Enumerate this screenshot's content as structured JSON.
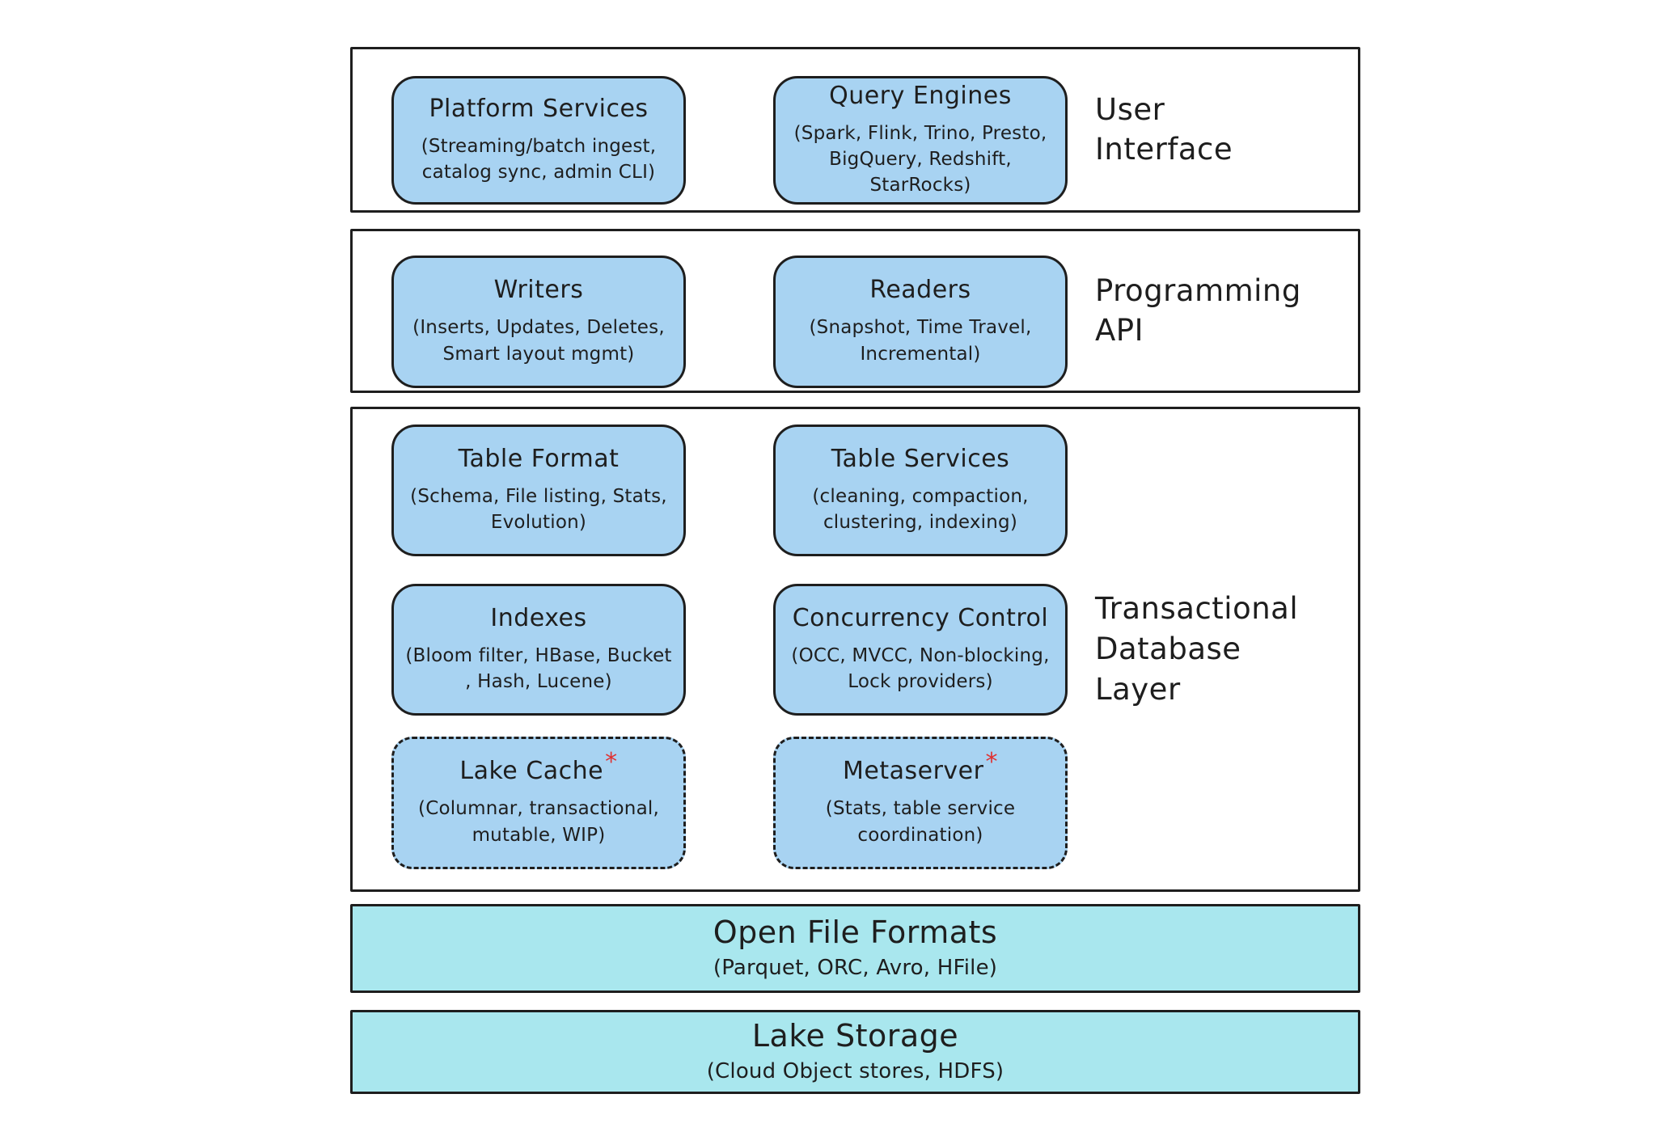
{
  "colors": {
    "ink": "#1e1e1e",
    "box_fill": "#a8d3f2",
    "bar_fill": "#a9e7ee",
    "asterisk": "#e03131",
    "background": "#ffffff"
  },
  "sections": [
    {
      "label": "User\nInterface",
      "boxes": [
        {
          "title": "Platform Services",
          "subtitle": "(Streaming/batch ingest,\ncatalog sync, admin CLI)"
        },
        {
          "title": "Query Engines",
          "subtitle": "(Spark, Flink, Trino, Presto,\nBigQuery, Redshift, StarRocks)"
        }
      ]
    },
    {
      "label": "Programming\nAPI",
      "boxes": [
        {
          "title": "Writers",
          "subtitle": "(Inserts, Updates, Deletes,\nSmart layout mgmt)"
        },
        {
          "title": "Readers",
          "subtitle": "(Snapshot, Time Travel,\nIncremental)"
        }
      ]
    },
    {
      "label": "Transactional\nDatabase\nLayer",
      "boxes": [
        {
          "title": "Table Format",
          "subtitle": "(Schema, File listing, Stats,\nEvolution)"
        },
        {
          "title": "Table Services",
          "subtitle": "(cleaning, compaction,\nclustering, indexing)"
        },
        {
          "title": "Indexes",
          "subtitle": "(Bloom filter, HBase, Bucket\n, Hash, Lucene)"
        },
        {
          "title": "Concurrency Control",
          "subtitle": "(OCC, MVCC, Non-blocking,\nLock providers)"
        },
        {
          "title": "Lake Cache",
          "marker": "*",
          "subtitle": "(Columnar, transactional,\nmutable, WIP)"
        },
        {
          "title": "Metaserver",
          "marker": "*",
          "subtitle": "(Stats, table service\ncoordination)"
        }
      ]
    }
  ],
  "bars": [
    {
      "title": "Open File Formats",
      "subtitle": "(Parquet, ORC, Avro, HFile)"
    },
    {
      "title": "Lake Storage",
      "subtitle": "(Cloud Object stores, HDFS)"
    }
  ]
}
